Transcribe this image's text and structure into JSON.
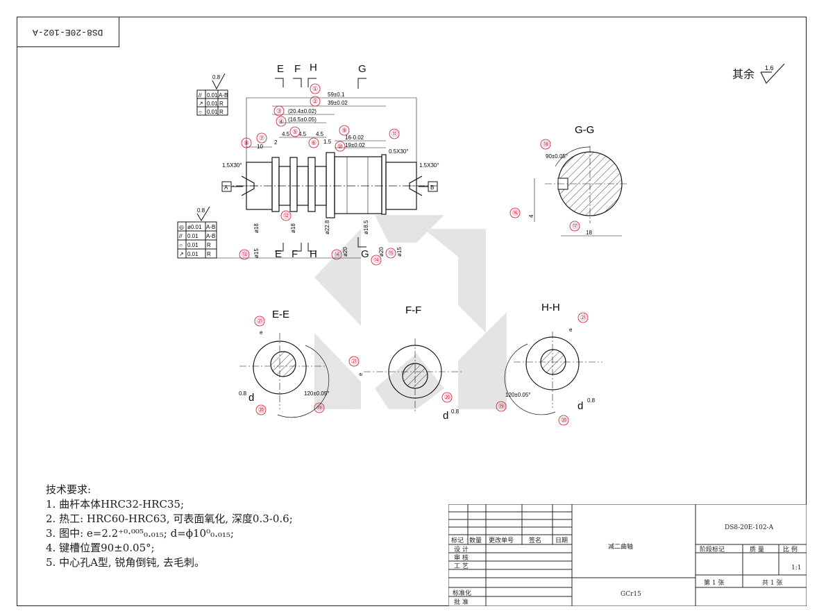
{
  "drawing_number_stamp": "DS8-20E-102-A",
  "roughness_note": {
    "prefix": "其余",
    "value": "1.6"
  },
  "main_view": {
    "section_markers": [
      "E",
      "F",
      "H",
      "G"
    ],
    "datum_labels": [
      "A",
      "B"
    ],
    "dims": {
      "d1": "59±0.1",
      "d2": "39±0.02",
      "d3": "(20.4±0.02)",
      "d4": "(16.5±0.05)",
      "d5a": "4.5",
      "d5b": "4.5",
      "d5c": "4.5",
      "d7": "2",
      "d8": "10",
      "d9": "16-0.02",
      "d10": "19±0.02",
      "d11": "0.5X30°",
      "d11b": "1.5",
      "chamfer_left": "1.5X30°",
      "chamfer_right": "1.5X30°",
      "dia_a": "ø15",
      "dia_b": "ø18",
      "dia_c": "ø18",
      "dia_d": "ø22.8",
      "dia_e": "ø20",
      "dia_f": "ø18.5",
      "dia_g": "ø20",
      "dia_h": "ø15"
    },
    "roughness_top": "0.8",
    "roughness_bottom": "0.8",
    "tol_top": [
      {
        "sym": "//",
        "val": "0.01",
        "ref": "A-B"
      },
      {
        "sym": "↗",
        "val": "0.01",
        "ref": "R"
      },
      {
        "sym": "○",
        "val": "0.01",
        "ref": "R"
      }
    ],
    "tol_bottom": [
      {
        "sym": "◎",
        "val": "ø0.01",
        "ref": "A-B"
      },
      {
        "sym": "//",
        "val": "0.01",
        "ref": "A-B"
      },
      {
        "sym": "○",
        "val": "0.01",
        "ref": "R"
      },
      {
        "sym": "↗",
        "val": "0.01",
        "ref": "R"
      }
    ]
  },
  "section_gg": {
    "title": "G-G",
    "angle": "90±0.05°",
    "width_dim": "4",
    "depth_dim": "18"
  },
  "section_ee": {
    "title": "E-E",
    "angle": "120±0.05°",
    "roughness": "0.8",
    "e_label": "e",
    "d_label": "d"
  },
  "section_ff": {
    "title": "F-F",
    "e_label": "e",
    "d_label": "d",
    "roughness": "0.8"
  },
  "section_hh": {
    "title": "H-H",
    "angle": "120±0.05°",
    "roughness": "0.8",
    "e_label": "e",
    "d_label": "d"
  },
  "tech_requirements": {
    "heading": "技术要求:",
    "items": [
      "1. 曲杆本体HRC32-HRC35;",
      "2. 热工: HRC60-HRC63, 可表面氧化, 深度0.3-0.6;",
      "3. 图中: e=2.2⁺⁰·⁰⁰⁵₀.₀₁₅; d=ϕ10⁰₀.₀₁₅;",
      "4. 键槽位置90±0.05°;",
      "5. 中心孔A型, 锐角倒钝, 去毛刺。"
    ]
  },
  "title_block": {
    "part_name": "减二曲轴",
    "drawing_number": "DS8-20E-102-A",
    "material": "GCr15",
    "scale": "1:1",
    "headers": {
      "mark": "标记",
      "qty": "数量",
      "change_no": "更改单号",
      "sign": "签名",
      "date": "日期"
    },
    "rows": {
      "design": "设 计",
      "review": "审 核",
      "process": "工 艺",
      "standard": "标准化",
      "approve": "批 准"
    },
    "stage_mark": "阶段标记",
    "weight": "质 量",
    "ratio": "比 例",
    "sheet": "第 1 张",
    "total": "共 1 张"
  },
  "callouts": [
    "①",
    "②",
    "③",
    "④",
    "⑤",
    "⑥",
    "⑦",
    "⑧",
    "⑨",
    "⑩",
    "⑪",
    "⑫",
    "⑬",
    "⑭",
    "⑮",
    "⑯",
    "⑰",
    "⑱",
    "⑲",
    "⑳",
    "㉑"
  ]
}
